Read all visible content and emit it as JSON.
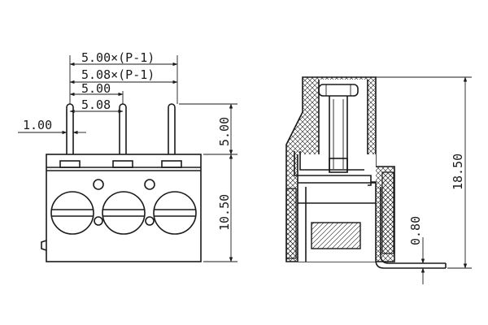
{
  "drawing": {
    "line_color": "#1a1a1a",
    "background": "#ffffff"
  },
  "dimensions": {
    "pitch_formula_500": "5.00×(P-1)",
    "pitch_formula_508": "5.08×(P-1)",
    "pitch_500": "5.00",
    "pitch_508": "5.08",
    "pin_width": "1.00",
    "pin_length": "5.00",
    "body_height": "10.50",
    "total_height": "18.50",
    "contact_thickness": "0.80"
  },
  "views": {
    "front": {
      "positions": 3,
      "icon": "terminal-block-front-view"
    },
    "side": {
      "icon": "terminal-block-section-view"
    }
  }
}
